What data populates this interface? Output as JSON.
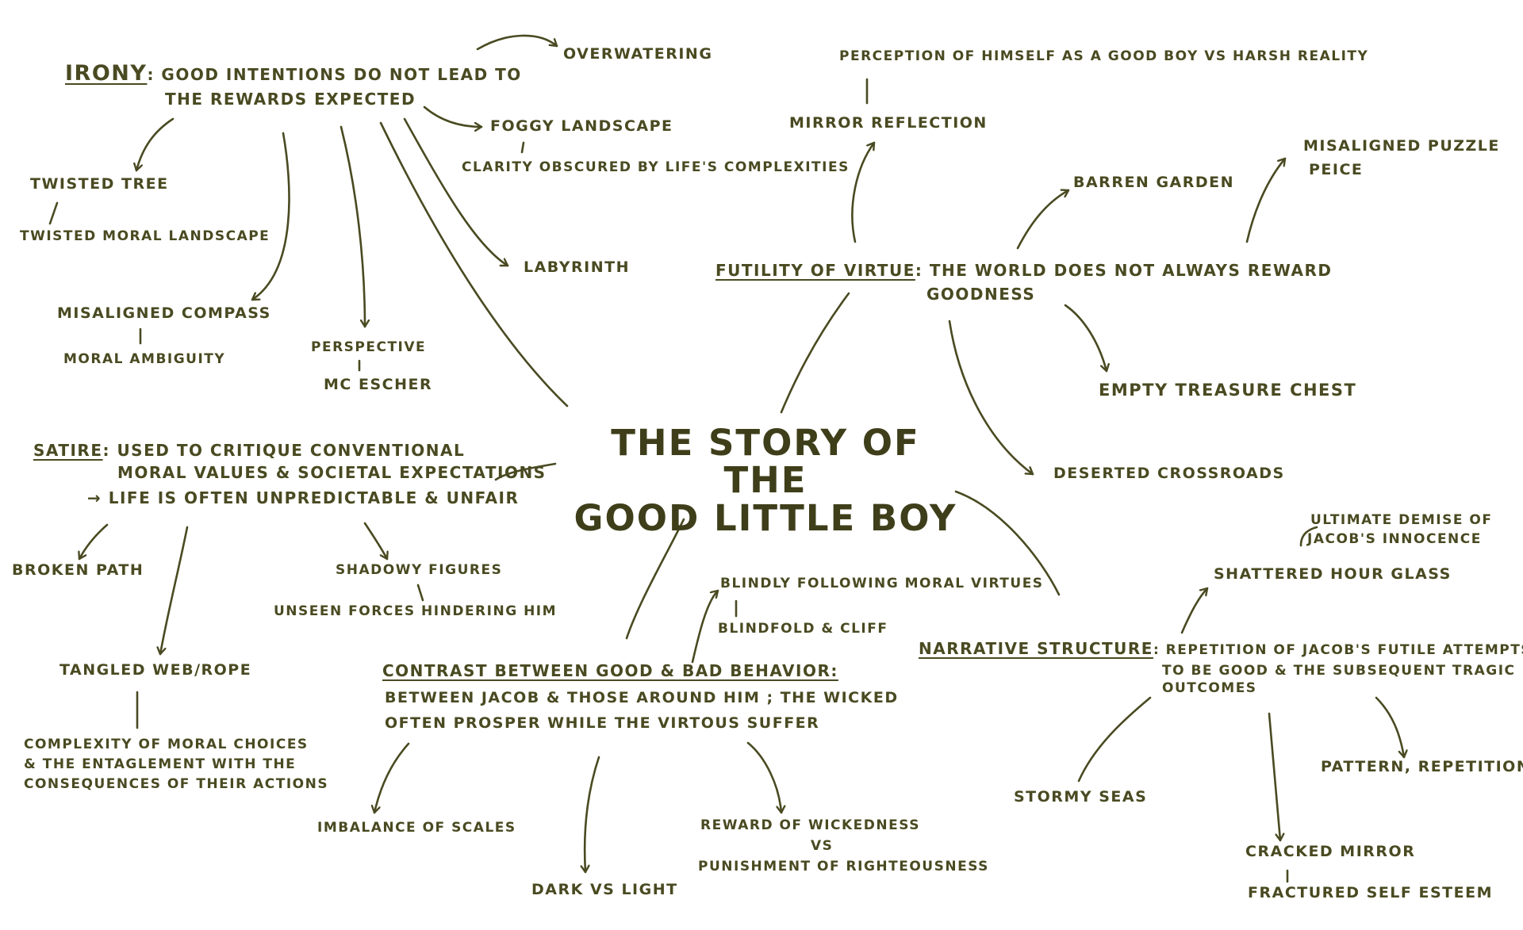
{
  "title": "THE STORY OF THE GOOD LITTLE BOY",
  "irony": {
    "key": "IRONY",
    "line1": ": GOOD INTENTIONS DO NOT LEAD TO",
    "line2": "THE REWARDS EXPECTED",
    "overwatering": "OVERWATERING",
    "foggy_landscape": "FOGGY LANDSCAPE",
    "foggy_note": "CLARITY OBSCURED BY LIFE'S COMPLEXITIES",
    "twisted_tree": "TWISTED TREE",
    "twisted_note": "TWISTED MORAL LANDSCAPE",
    "misaligned_compass": "MISALIGNED COMPASS",
    "compass_note": "MORAL AMBIGUITY",
    "perspective": "PERSPECTIVE",
    "perspective_note": "MC ESCHER",
    "labyrinth": "LABYRINTH"
  },
  "futility": {
    "key": "FUTILITY OF VIRTUE",
    "line1": ": THE WORLD DOES NOT ALWAYS REWARD",
    "line2": "GOODNESS",
    "perception": "PERCEPTION OF HIMSELF AS A GOOD BOY VS HARSH REALITY",
    "mirror_reflection": "MIRROR REFLECTION",
    "barren_garden": "BARREN GARDEN",
    "puzzle_line1": "MISALIGNED PUZZLE",
    "puzzle_line2": "PEICE",
    "treasure_chest": "EMPTY TREASURE CHEST",
    "crossroads": "DESERTED CROSSROADS"
  },
  "satire": {
    "key": "SATIRE",
    "line1": ": USED TO CRITIQUE CONVENTIONAL",
    "line2": "MORAL VALUES & SOCIETAL EXPECTATIONS",
    "line3": "→ LIFE IS OFTEN UNPREDICTABLE & UNFAIR",
    "broken_path": "BROKEN PATH",
    "shadowy_figures": "SHADOWY FIGURES",
    "shadowy_note": "UNSEEN FORCES HINDERING HIM",
    "tangled_web": "TANGLED WEB/ROPE",
    "web_line1": "COMPLEXITY OF MORAL CHOICES",
    "web_line2": "& THE ENTAGLEMENT WITH THE",
    "web_line3": "CONSEQUENCES OF THEIR ACTIONS"
  },
  "contrast": {
    "key": "CONTRAST BETWEEN GOOD & BAD BEHAVIOR:",
    "line1": "BETWEEN JACOB & THOSE AROUND HIM ; THE WICKED",
    "line2": "OFTEN PROSPER WHILE THE VIRTOUS SUFFER",
    "blindly": "BLINDLY FOLLOWING MORAL VIRTUES",
    "blindfold": "BLINDFOLD & CLIFF",
    "scales": "IMBALANCE OF SCALES",
    "dark_light": "DARK VS LIGHT",
    "reward_line1": "REWARD OF WICKEDNESS",
    "reward_line2": "VS",
    "reward_line3": "PUNISHMENT OF RIGHTEOUSNESS"
  },
  "narrative": {
    "key": "NARRATIVE STRUCTURE",
    "line1": ": REPETITION OF JACOB'S FUTILE ATTEMPTS",
    "line2": "TO BE GOOD & THE SUBSEQUENT TRAGIC",
    "line3": "OUTCOMES",
    "demise_line1": "ULTIMATE DEMISE OF",
    "demise_line2": "JACOB'S INNOCENCE",
    "hourglass": "SHATTERED HOUR GLASS",
    "stormy_seas": "STORMY SEAS",
    "pattern": "PATTERN, REPETITION",
    "cracked_mirror": "CRACKED MIRROR",
    "self_esteem": "FRACTURED SELF ESTEEM"
  },
  "colors": {
    "ink": "#4a4a22",
    "background": "#ffffff"
  }
}
